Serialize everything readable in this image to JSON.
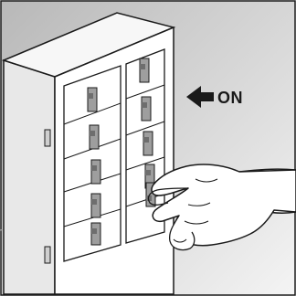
{
  "illustration": {
    "callout": {
      "label": "ON",
      "arrow_icon": "arrow-left-icon"
    },
    "breaker_panel": {
      "columns": 2,
      "breakers_per_column": 5,
      "left_column_breakers": [
        "on",
        "on",
        "on",
        "on",
        "on"
      ],
      "right_column_breakers": [
        "on",
        "on",
        "on",
        "on",
        "off"
      ]
    },
    "hand_icon": "hand-icon",
    "colors": {
      "background_top": "#bdbdbd",
      "background_bottom": "#f2f2f2",
      "cabinet_front": "#ffffff",
      "cabinet_side": "#e6e6e6",
      "breaker_toggle": "#9e9e9e",
      "outline": "#1a1a1a"
    }
  }
}
